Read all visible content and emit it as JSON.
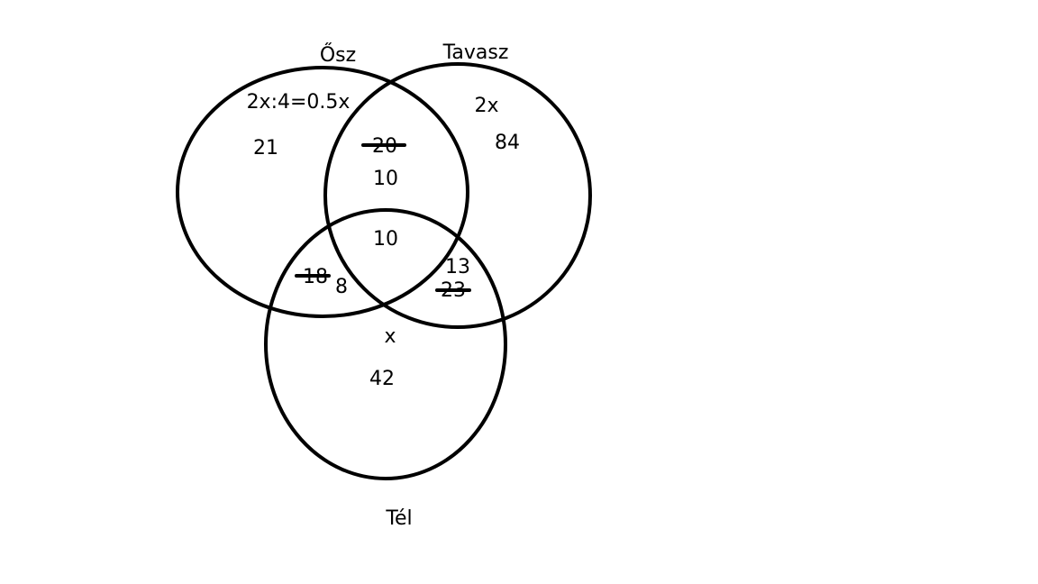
{
  "sets": {
    "autumn": "Ősz",
    "spring": "Tavasz",
    "winter": "Tél"
  },
  "regions": {
    "autumn_only_expr": "2x:4=0.5x",
    "autumn_only_value": "21",
    "spring_only_expr": "2x",
    "spring_only_value": "84",
    "autumn_spring_crossed": "20",
    "autumn_spring_value": "10",
    "all_three_value": "10",
    "autumn_winter_crossed": "18",
    "autumn_winter_value": "8",
    "spring_winter_value": "13",
    "spring_winter_crossed": "23",
    "winter_only_expr": "x",
    "winter_only_value": "42"
  },
  "colors": {
    "stroke": "#000000",
    "background": "#ffffff"
  }
}
